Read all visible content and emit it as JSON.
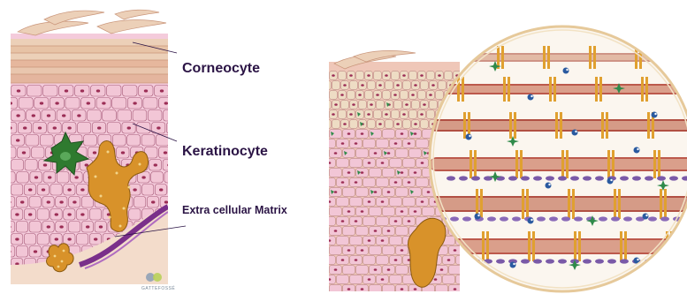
{
  "labels": {
    "corneocyte": "Corneocyte",
    "keratinocyte": "Keratinocyte",
    "extracellular_matrix": "Extra cellular Matrix"
  },
  "logo": {
    "text": "GATTEFOSSÉ",
    "icon": "gattefosse-logo-icon"
  },
  "colors": {
    "cell_fill": "#f2c6d6",
    "cell_stroke": "#a65a78",
    "nucleus": "#9b2d55",
    "corneocyte_fill": "#e8c9a8",
    "melanocyte": "#2f7a2f",
    "langerhans": "#d8922a",
    "basement": "#7a2f8a",
    "dermis": "#f3dccb",
    "circle_stroke": "#e6c99a",
    "membrane": "#b5483a",
    "marker_blue": "#2a5aa0",
    "marker_green": "#2f8a4a"
  }
}
